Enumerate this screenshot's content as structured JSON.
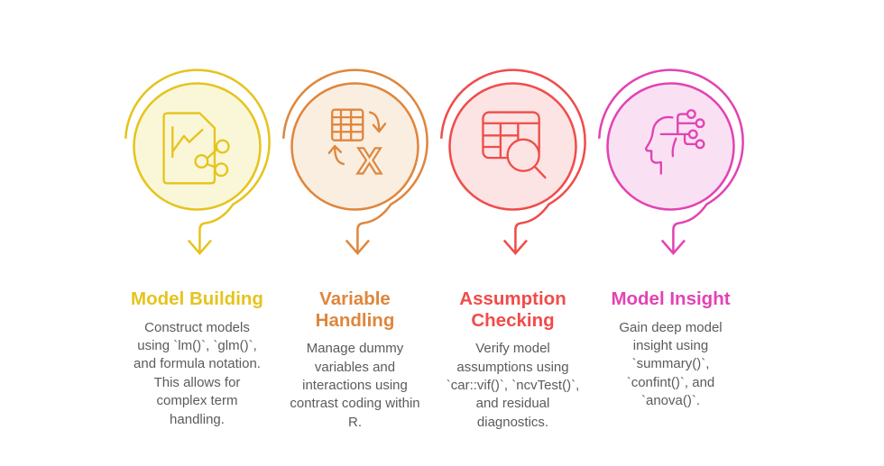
{
  "page": {
    "background_color": "#ffffff",
    "body_text_color": "#5b5b5b"
  },
  "steps": [
    {
      "title": "Model Building",
      "description": "Construct models using `lm()`, `glm()`, and formula notation. This allows for complex term handling.",
      "accent_color": "#e5c41d",
      "fill_color": "#faf7d8",
      "icon": "document-chart-share-icon"
    },
    {
      "title": "Variable Handling",
      "description": "Manage dummy variables and interactions using contrast coding within R.",
      "accent_color": "#df863c",
      "fill_color": "#faeee1",
      "icon": "table-transform-x-icon"
    },
    {
      "title": "Assumption Checking",
      "description": "Verify model assumptions using `car::vif()`, `ncvTest()`, and residual diagnostics.",
      "accent_color": "#f04c4a",
      "fill_color": "#fbe4e3",
      "icon": "table-search-icon"
    },
    {
      "title": "Model Insight",
      "description": "Gain deep model insight using `summary()`, `confint()`, and `anova()`.",
      "accent_color": "#e243b3",
      "fill_color": "#f9e1f3",
      "icon": "head-network-icon"
    }
  ],
  "icon2_letter": "X"
}
